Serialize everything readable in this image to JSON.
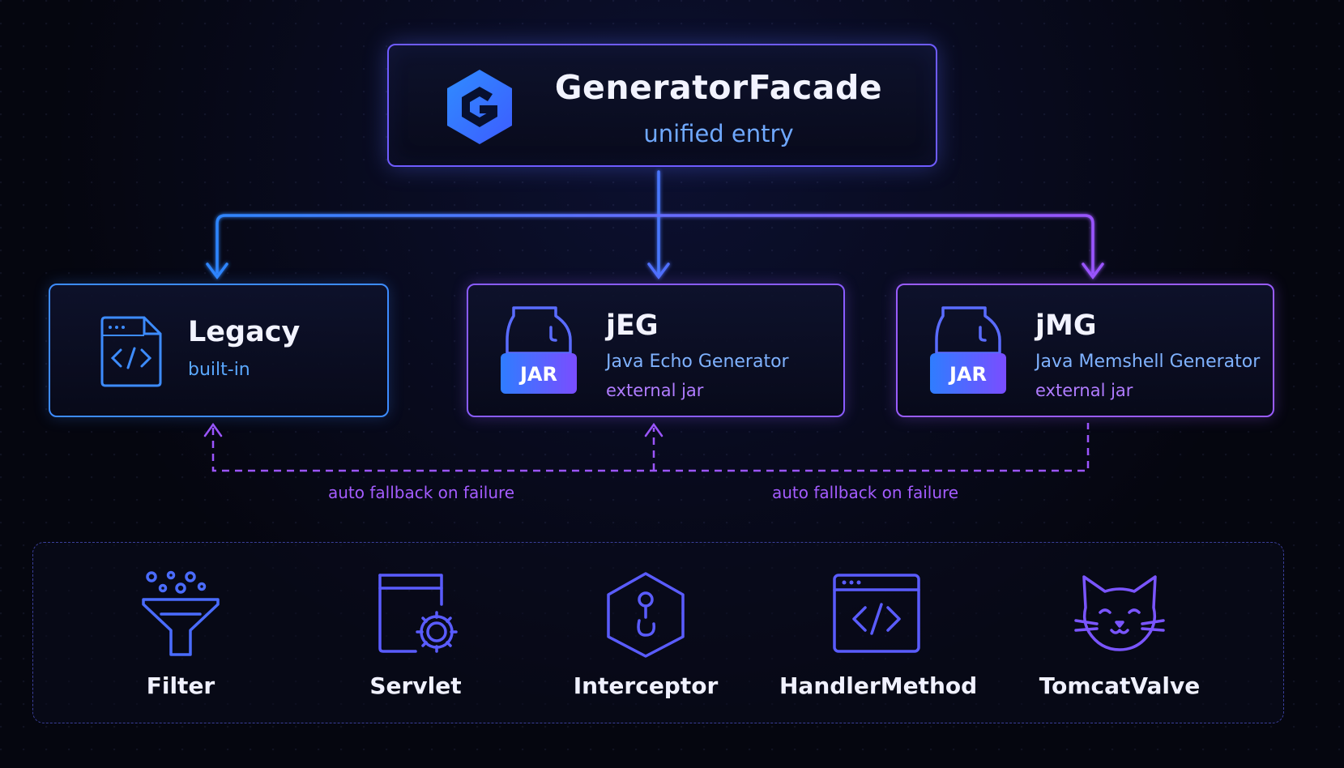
{
  "facade": {
    "title": "GeneratorFacade",
    "subtitle": "unified entry"
  },
  "generators": [
    {
      "name": "Legacy",
      "line1": "built-in",
      "line2": "",
      "icon": "code-file-icon"
    },
    {
      "name": "jEG",
      "line1": "Java Echo Generator",
      "line2": "external jar",
      "icon": "jar-icon",
      "badge": "JAR"
    },
    {
      "name": "jMG",
      "line1": "Java Memshell Generator",
      "line2": "external jar",
      "icon": "jar-icon",
      "badge": "JAR"
    }
  ],
  "fallback_labels": [
    "auto fallback on failure",
    "auto fallback on failure"
  ],
  "types": [
    {
      "label": "Filter",
      "icon": "funnel-icon"
    },
    {
      "label": "Servlet",
      "icon": "servlet-gear-icon"
    },
    {
      "label": "Interceptor",
      "icon": "hook-hexagon-icon"
    },
    {
      "label": "HandlerMethod",
      "icon": "code-window-icon"
    },
    {
      "label": "TomcatValve",
      "icon": "cat-icon"
    }
  ],
  "colors": {
    "blue": "#3d8cff",
    "violet": "#9a5cff",
    "background": "#05060f"
  }
}
